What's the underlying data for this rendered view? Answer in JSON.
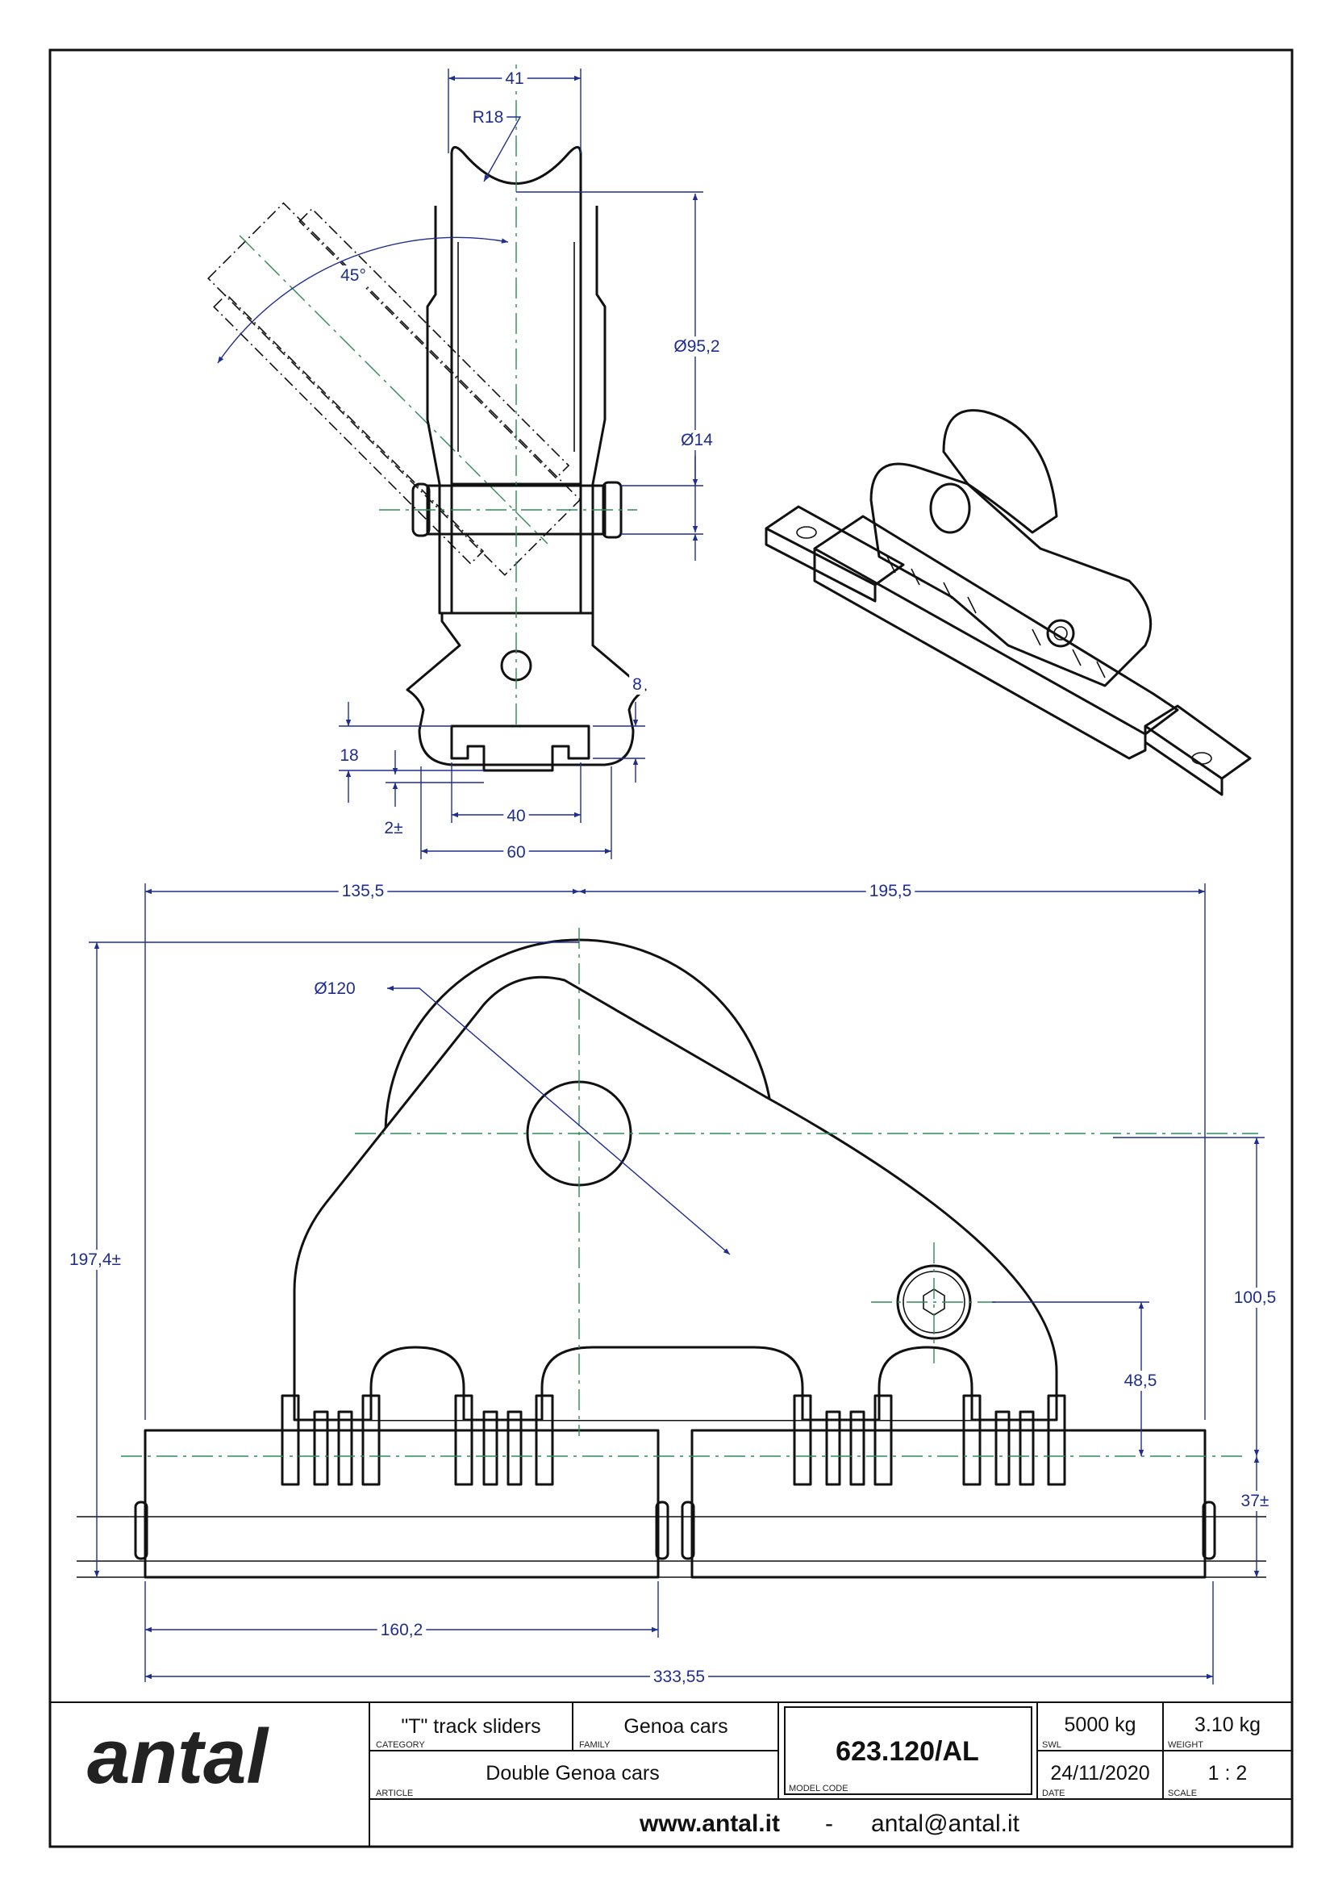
{
  "drawing": {
    "dimensions": {
      "d41": "41",
      "r18": "R18",
      "a45": "45°",
      "dia95": "Ø95,2",
      "dia14": "Ø14",
      "d8": "8",
      "d18": "18",
      "d2": "2±",
      "d40": "40",
      "d60": "60",
      "d135": "135,5",
      "d195": "195,5",
      "dia120": "Ø120",
      "d197": "197,4±",
      "d100": "100,5",
      "d48": "48,5",
      "d37": "37±",
      "d160": "160,2",
      "d333": "333,55"
    },
    "colors": {
      "dimension": "#1f2e8f",
      "centerline": "#2e8b57",
      "outline": "#111111",
      "logo_bar": "#f2c200"
    }
  },
  "title_block": {
    "logo": "antal",
    "category": "\"T\" track sliders",
    "category_label": "CATEGORY",
    "family": "Genoa cars",
    "family_label": "FAMILY",
    "article": "Double Genoa cars",
    "article_label": "ARTICLE",
    "model_code": "623.120/AL",
    "model_code_label": "MODEL CODE",
    "swl": "5000 kg",
    "swl_label": "SWL",
    "weight": "3.10 kg",
    "weight_label": "WEIGHT",
    "date": "24/11/2020",
    "date_label": "DATE",
    "scale": "1 : 2",
    "scale_label": "SCALE",
    "website": "www.antal.it",
    "separator": "-",
    "email": "antal@antal.it"
  }
}
